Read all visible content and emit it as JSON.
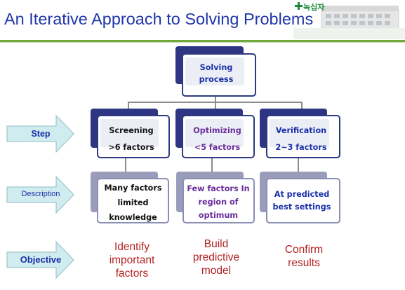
{
  "title": "An Iterative Approach to Solving Problems",
  "logo": {
    "text": "녹십자"
  },
  "colors": {
    "title": "#1f36a8",
    "header_rule": "#6fa83d",
    "box_dark": "#2e3582",
    "box_light": "#9a9cbc",
    "purple_text": "#6a2d9c",
    "blue_text": "#1a2fa8",
    "objective_text": "#b22222",
    "arrow_fill": "#d0ecef"
  },
  "root": {
    "lines": [
      "Solving",
      "process"
    ]
  },
  "rows": [
    {
      "label": "Step"
    },
    {
      "label": "Description"
    },
    {
      "label": "Objective"
    }
  ],
  "columns": [
    {
      "step": [
        "Screening",
        ">6 factors"
      ],
      "description": [
        "Many factors",
        "limited",
        "knowledge"
      ],
      "objective": [
        "Identify",
        "important",
        "factors"
      ]
    },
    {
      "step": [
        "Optimizing",
        "<5 factors"
      ],
      "description": [
        "Few factors In",
        "region of",
        "optimum"
      ],
      "objective": [
        "Build",
        "predictive",
        "model"
      ]
    },
    {
      "step": [
        "Verification",
        "2~3 factors"
      ],
      "description": [
        "At predicted",
        "best settings"
      ],
      "objective": [
        "Confirm",
        "results"
      ]
    }
  ]
}
